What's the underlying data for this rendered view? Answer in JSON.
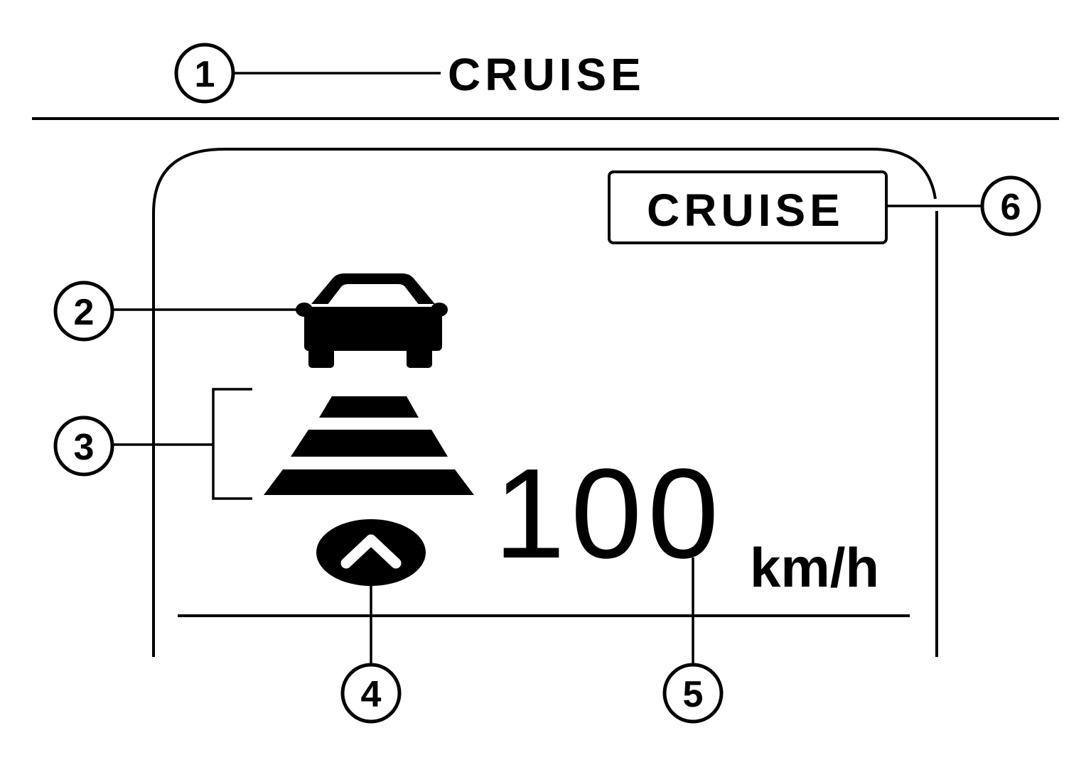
{
  "top_label": "CRUISE",
  "display": {
    "mode_badge": "CRUISE",
    "set_speed": "100",
    "speed_unit": "km/h"
  },
  "callouts": [
    "1",
    "2",
    "3",
    "4",
    "5",
    "6"
  ],
  "icons": {
    "vehicle_ahead": "car-front-icon",
    "distance_bars": "following-distance-bars-icon",
    "speed_up_indicator": "chevron-up-icon"
  },
  "colors": {
    "ink": "#000000",
    "background": "#ffffff"
  }
}
